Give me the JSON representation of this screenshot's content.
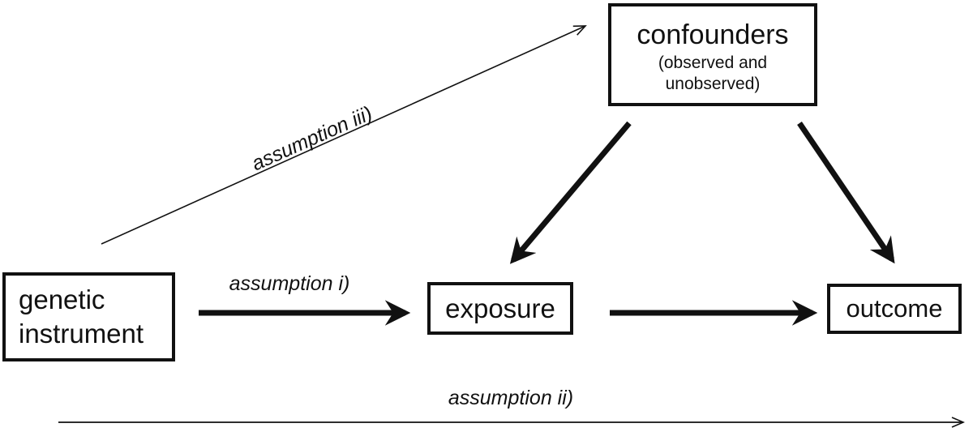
{
  "diagram": {
    "type": "causal-dag",
    "nodes": {
      "genetic_instrument": {
        "label": "genetic instrument"
      },
      "exposure": {
        "label": "exposure"
      },
      "outcome": {
        "label": "outcome"
      },
      "confounders": {
        "label": "confounders",
        "sublabel": "(observed and\nunobserved)"
      }
    },
    "edges": [
      {
        "from": "genetic instrument",
        "to": "exposure",
        "style": "thick",
        "label": "assumption i)"
      },
      {
        "from": "exposure",
        "to": "outcome",
        "style": "thick",
        "label": ""
      },
      {
        "from": "confounders",
        "to": "exposure",
        "style": "thick",
        "label": ""
      },
      {
        "from": "confounders",
        "to": "outcome",
        "style": "thick",
        "label": ""
      },
      {
        "from": "genetic instrument",
        "to": "confounders",
        "style": "thin",
        "label": "assumption iii)"
      },
      {
        "from": "genetic instrument",
        "to": "outcome",
        "style": "thin",
        "label": "assumption ii)"
      }
    ],
    "labels": {
      "assumption_i": "assumption i)",
      "assumption_ii": "assumption ii)",
      "assumption_iii": "assumption iii)"
    },
    "colors": {
      "stroke": "#111111",
      "background": "#ffffff"
    }
  }
}
